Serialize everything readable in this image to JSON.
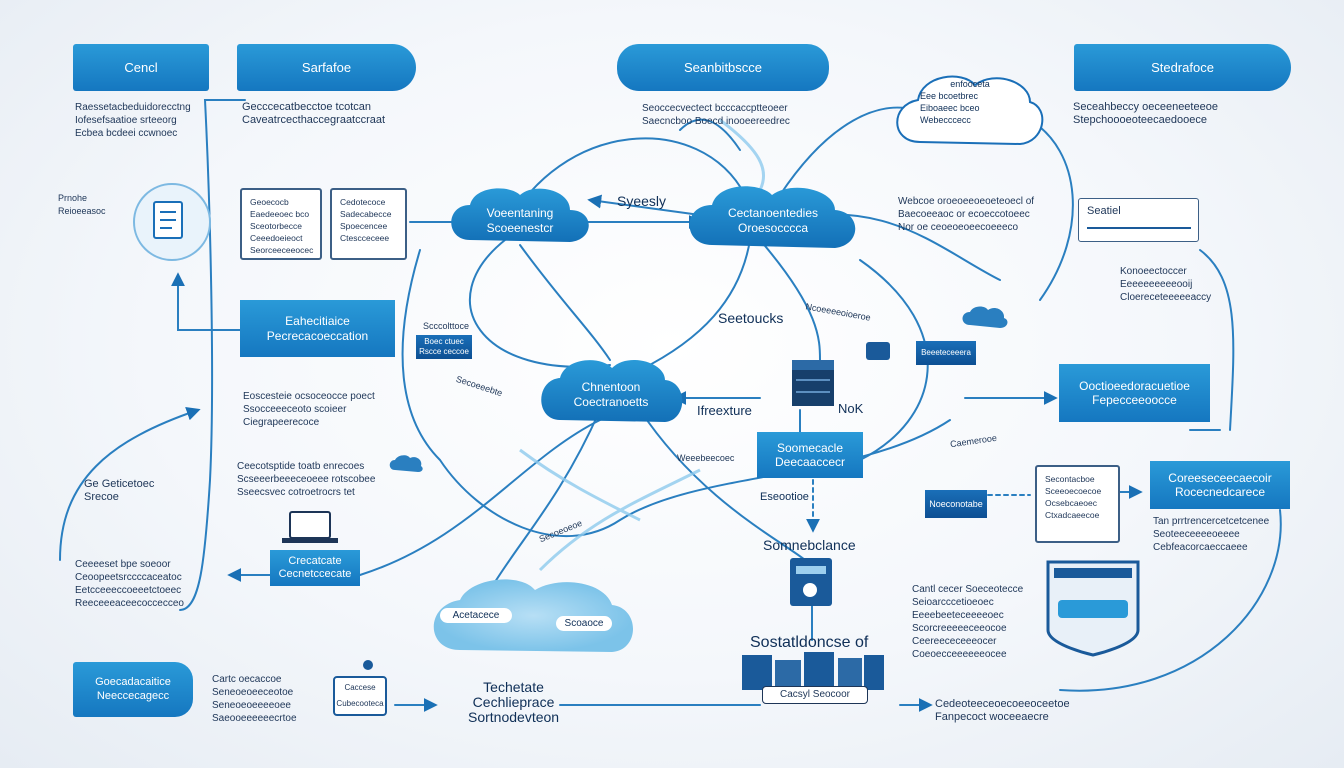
{
  "top_boxes": [
    {
      "id": "t1",
      "label": "Cencl"
    },
    {
      "id": "t2",
      "label": "Sarfafoe"
    },
    {
      "id": "t3",
      "label": "Seanbitbscce"
    },
    {
      "id": "t4",
      "label": "Stedrafoce"
    }
  ],
  "top_texts": {
    "t1": [
      "Raessetacbeduidorecctng",
      "Iofesefsaatioe srteeorg",
      "Ecbea bcdeei ccwnoec"
    ],
    "t2": [
      "Gecccecatbecctoe tcotcan",
      "Caveatrcecthaccegraatccraat"
    ],
    "t3": [
      "Seoccecvectect bcccaccptteoeer",
      "Saecncboo Boecd inooeereedrec"
    ],
    "t4": [
      "Seceahbeccy oeceeneeteeoe",
      "Stepchoooeoteecaedooece"
    ]
  },
  "clouds": {
    "center_left": [
      "Voeentaning",
      "Scoeenestcr"
    ],
    "center_right": [
      "Cectanoentedies",
      "Oroesocccca"
    ],
    "middle": [
      "Chnentoon",
      "Coectranoetts"
    ],
    "top_right": [
      "enfooceta",
      "Eee bcoetbrec",
      "Eiboaeec bceo",
      "Webecccecc"
    ],
    "bottom": [
      "Acetacece",
      "Scoaoce"
    ]
  },
  "mid_boxes": {
    "left": [
      "Eahecitiaice",
      "Pecrecacoeccation"
    ],
    "center": [
      "Soomecacle",
      "Deecaaccecr"
    ],
    "right_upper": [
      "Ooctioeedoracuetioe",
      "Fepecceeoocce"
    ],
    "right_lower": [
      "Coreeseceecaecoir",
      "Rocecnedcarece"
    ],
    "bottom_mid": [
      "Crecatcate",
      "Cecnetccecate"
    ],
    "bottom_left": [
      "Goecadacaitice",
      "Neeccecagecc"
    ]
  },
  "dark_boxes": {
    "small_a": [
      "Boec ctuec",
      "Rscce ceccoe"
    ],
    "small_b": [
      "Beeeteceeera"
    ],
    "small_c": [
      "Noeconotabe"
    ],
    "tiny": [
      "Caccese",
      "Cubecooteca"
    ]
  },
  "cards": {
    "c1": [
      "Geoecocb",
      "Eaedeeoec bco",
      "Sceotorbecce",
      "Ceeedoeieoct",
      "Seorceeceeocec"
    ],
    "c2": [
      "Cedotecoce",
      "Sadecabecce",
      "Spoecencee",
      "Ctescceceee"
    ],
    "c3": [
      "Secontacboe",
      "Sceeoecoecoe",
      "Ocsebcaeoec",
      "Ctxadcaeecoe"
    ],
    "search": [
      "Seatiel"
    ]
  },
  "labels": {
    "synerly": "Syeesly",
    "seetoucks": "Seetoucks",
    "ifeeecture": "Ifreexture",
    "nok": "NoK",
    "somebaccance": "Somnebclance",
    "sostatlanoce": "Sostatldoncse of",
    "eecotioe": "Eseootioe",
    "techstate": [
      "Techetate",
      "Cechlieprace",
      "Sortnodevteon"
    ],
    "bottom_server": "Cacsyl Seocoor"
  },
  "side_texts": {
    "left_top": [
      "Prnohe",
      "Reioeeasoc"
    ],
    "left_mid": [
      "Eoscesteie ocsoceocce poect",
      "Ssocceeeceoto scoieer",
      "Ciegrapeerecoce"
    ],
    "left_mid2": [
      "Ceecotsptide toatb enrecoes",
      "Scseeerbeeeceoeee rotscobee",
      "Sseecsvec cotroetrocrs tet"
    ],
    "left_arrow": [
      "Ge Geticetoec",
      "Srecoe"
    ],
    "left_low": [
      "Ceeeeset bpe soeoor",
      "Ceoopeetsrccccaceatoc",
      "Eetcceeeccoeeetctoeec",
      "Reeceeeaceecoccecceo"
    ],
    "bottom_left": [
      "Cartc oecaccoe",
      "Seneoeoeeceotoe",
      "Seneoeoeeeeoee",
      "Saeooeeeeeecrtoe"
    ],
    "center_right": [
      "Webcoe oroeoeeoeoeteoecl of",
      "Baecoeeaoc or ecoeccotoeec",
      "Nor oe ceoeoeoeecoeeeco"
    ],
    "right_k": [
      "Konoeectoccer",
      "Eeeeeeeeeeooij",
      "Cloereceteeeeeaccy"
    ],
    "right_mid": [
      "Tan prrtrencercetcetcenee",
      "Seoteeceeeeoeeee",
      "Cebfeacorcaeccaeee"
    ],
    "right_low": [
      "Cantl cecer Soeceotecce",
      "Seioarcccetioeoec",
      "Eeeebeeteceeeeoec",
      "Scorcreeeeeceeocoe",
      "Ceereececeeeocer",
      "Coeoecceeeeeeocee"
    ],
    "bottom_right": [
      "Cedeoteeceoecoeeoceetoe",
      "Fanpecoct woceeaecre"
    ],
    "inline_a": [
      "Scccolttoce"
    ],
    "inline_b": [
      "Secoeeebte"
    ],
    "inline_c": [
      "Secoeoeoe"
    ],
    "inline_d": [
      "Weeebeecoec"
    ],
    "inline_e": [
      "Caemerooe"
    ],
    "inline_f": [
      "Ncoeeeeoioeroe"
    ]
  }
}
